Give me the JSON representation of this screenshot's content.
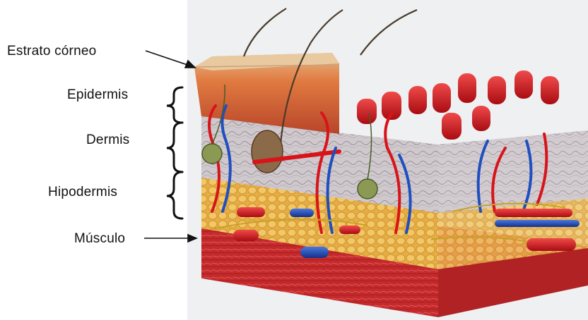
{
  "labels": {
    "stratum_corneum": "Estrato  córneo",
    "epidermis": "Epidermis",
    "dermis": "Dermis",
    "hypodermis": "Hipodermis",
    "muscle": "Músculo"
  },
  "colors": {
    "muscle": "#c0282a",
    "fat": "#e8b04a",
    "epidermis": "#d96a3a",
    "artery": "#d8141a",
    "vein": "#1f4fbf",
    "dermis": "#c9c4c8",
    "hair": "#4a3a2a",
    "nerve": "#c8a228"
  }
}
